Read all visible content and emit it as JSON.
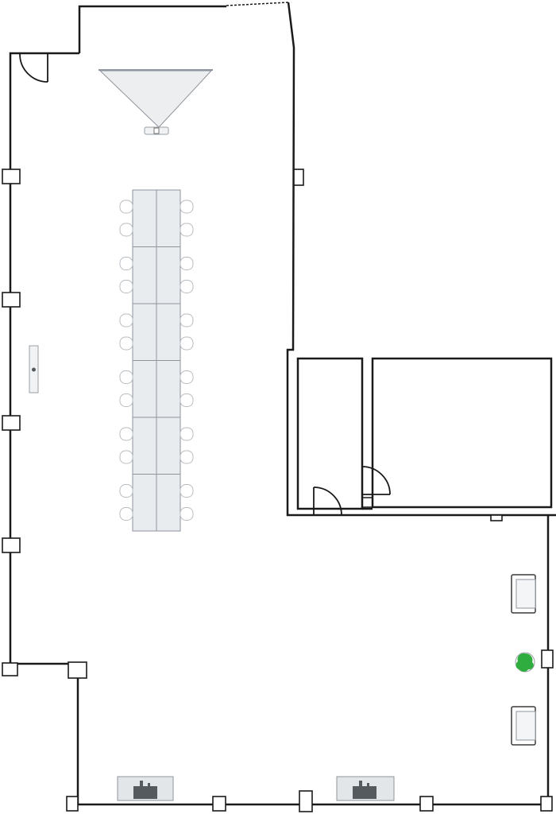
{
  "colors": {
    "wall": "#1a1a1a",
    "table_fill": "#e9ecef",
    "table_stroke": "#8e959c",
    "chair_stroke": "#b8bdc2",
    "plant": "#2fae3f"
  },
  "icons": {
    "projector": "projector-icon",
    "screen": "projection-screen-icon",
    "plant": "potted-plant-icon",
    "sofa": "armchair-icon",
    "credenza": "credenza-icon",
    "door": "door-swing-icon",
    "column": "column-icon"
  },
  "conference_table": {
    "segment_rows": 6,
    "segment_cols": 2,
    "chairs_per_side": 12
  }
}
